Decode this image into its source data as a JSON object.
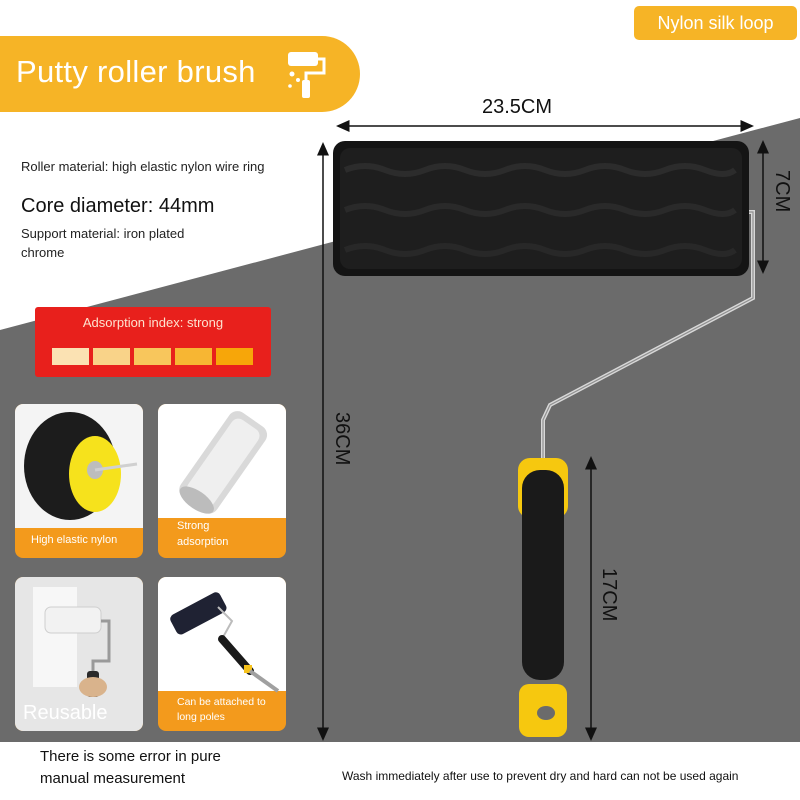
{
  "title": "Putty roller brush",
  "tag": "Nylon silk loop",
  "specs": {
    "roller_material": "Roller material: high elastic nylon wire ring",
    "core_diameter": "Core diameter: 44mm",
    "support_line1": "Support material: iron plated",
    "support_line2": "chrome"
  },
  "adsorption": {
    "label": "Adsorption index: strong",
    "level_filled": 5,
    "level_total": 5,
    "colors": [
      "#fbe2b3",
      "#f9d389",
      "#f8c65c",
      "#f7b633",
      "#f7a609"
    ]
  },
  "cards": [
    {
      "label": "High elastic nylon"
    },
    {
      "label_line1": "Strong",
      "label_line2": "adsorption"
    },
    {
      "label": "Reusable"
    },
    {
      "label_line1": "Can be attached to",
      "label_line2": "long poles"
    }
  ],
  "dimensions": {
    "width": "23.5CM",
    "height": "36CM",
    "roller_diameter": "7CM",
    "handle": "17CM"
  },
  "note": {
    "line1": "There is some error in pure",
    "line2": "manual measurement"
  },
  "wash_note": "Wash immediately after use to prevent dry and hard can not be used again",
  "colors": {
    "accent_yellow": "#f6b426",
    "card_orange": "#f39a1c",
    "adsorption_red": "#e8201c",
    "gray_band": "#6b6b6b"
  }
}
